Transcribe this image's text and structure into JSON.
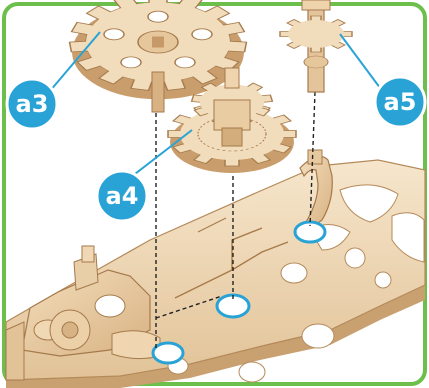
{
  "diagram": {
    "frame_color": "#6cbf4a",
    "callout_color": "#29a3d6",
    "wood_light": "#f1dcbc",
    "wood_mid": "#e3c49a",
    "wood_dark": "#c29b6c",
    "wood_edge": "#a57a4c",
    "callouts": [
      {
        "id": "a3",
        "label": "a3"
      },
      {
        "id": "a4",
        "label": "a4"
      },
      {
        "id": "a5",
        "label": "a5"
      }
    ]
  }
}
